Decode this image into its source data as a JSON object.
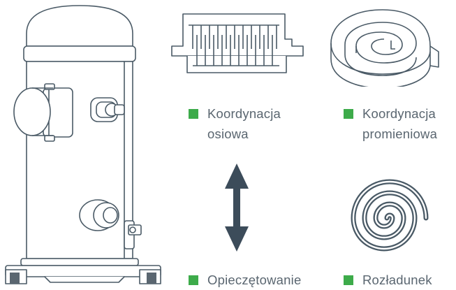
{
  "colors": {
    "line": "#4a5a66",
    "arrow": "#3c4c5a",
    "accent_green": "#3dab4a",
    "text": "#5a6670"
  },
  "icons": {
    "compressor": "scroll-compressor-icon",
    "axial": "axial-coordination-icon",
    "radial": "radial-coordination-icon",
    "seal": "double-arrow-icon",
    "unload": "spiral-unloading-icon"
  },
  "labels": {
    "axial": [
      "Koordynacja",
      "osiowa"
    ],
    "radial": [
      "Koordynacja",
      "promieniowa"
    ],
    "seal": "Opieczętowanie",
    "unload": "Rozładunek"
  }
}
